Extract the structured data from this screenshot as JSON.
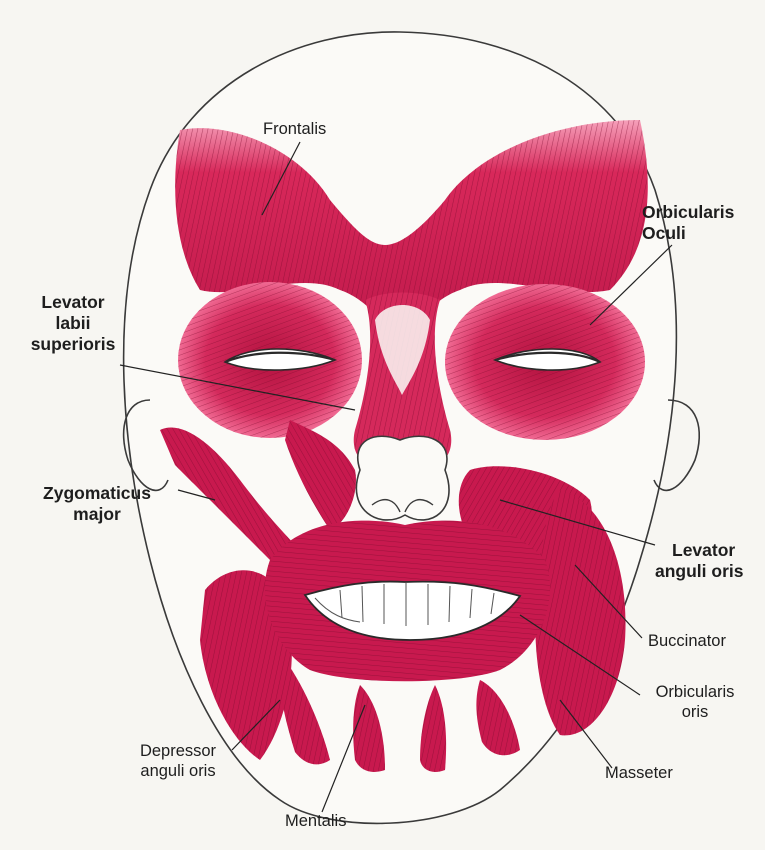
{
  "labels": {
    "frontalis": "Frontalis",
    "orbicularis_oculi": [
      "Orbicularis",
      "Oculi"
    ],
    "levator_labii_superioris": [
      "Levator",
      "labii",
      "superioris"
    ],
    "zygomaticus_major": [
      "Zygomaticus",
      "major"
    ],
    "levator_anguli_oris": [
      "Levator",
      "anguli oris"
    ],
    "buccinator": "Buccinator",
    "orbicularis_oris": [
      "Orbicularis",
      "oris"
    ],
    "depressor_anguli_oris": [
      "Depressor",
      "anguli oris"
    ],
    "masseter": "Masseter",
    "mentalis": "Mentalis"
  },
  "colors": {
    "muscle": "#c8194e",
    "muscle_dark": "#8e0c33",
    "muscle_light": "#ea5b87",
    "outline": "#3a3a3a",
    "background": "#f7f6f2",
    "teeth": "#ffffff"
  }
}
